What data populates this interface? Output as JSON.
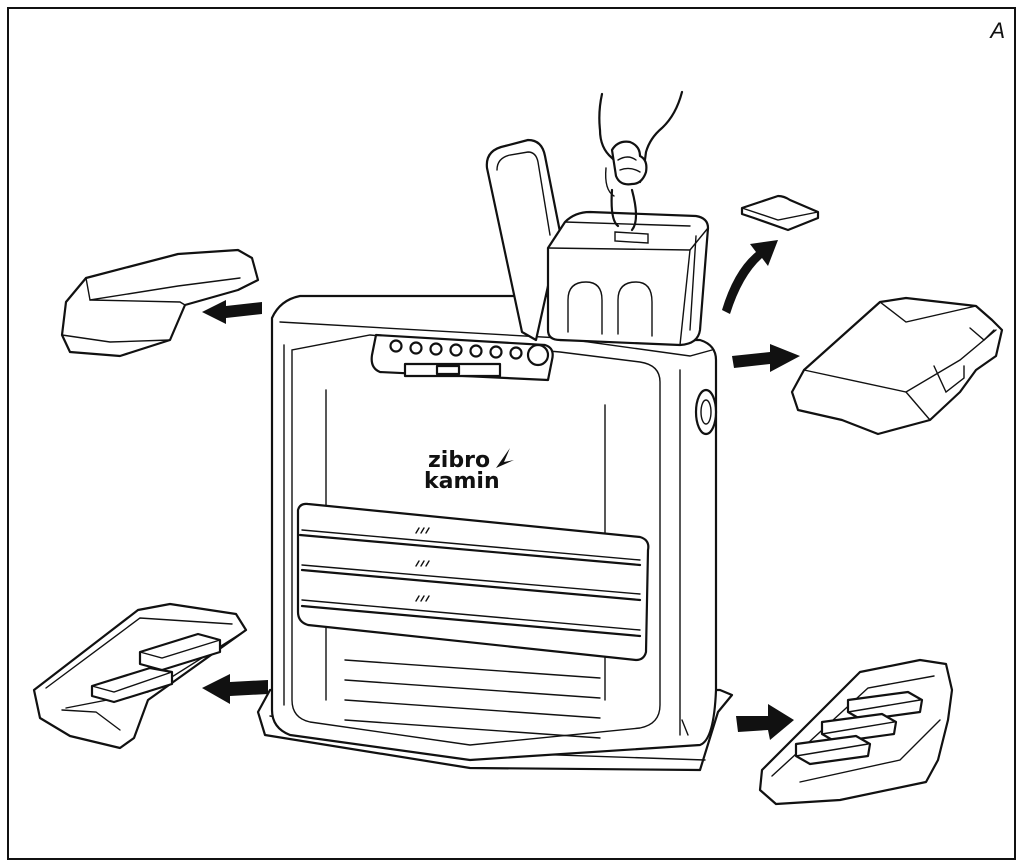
{
  "figure": {
    "label": "A",
    "brand_logo": {
      "line1": "zibro",
      "line2": "kamin"
    },
    "icons": {
      "heater": "kerosene-heater-icon",
      "tank": "fuel-tank-icon",
      "hand": "hand-icon",
      "cap": "tank-cap-icon",
      "arrow": "arrow-icon"
    }
  }
}
